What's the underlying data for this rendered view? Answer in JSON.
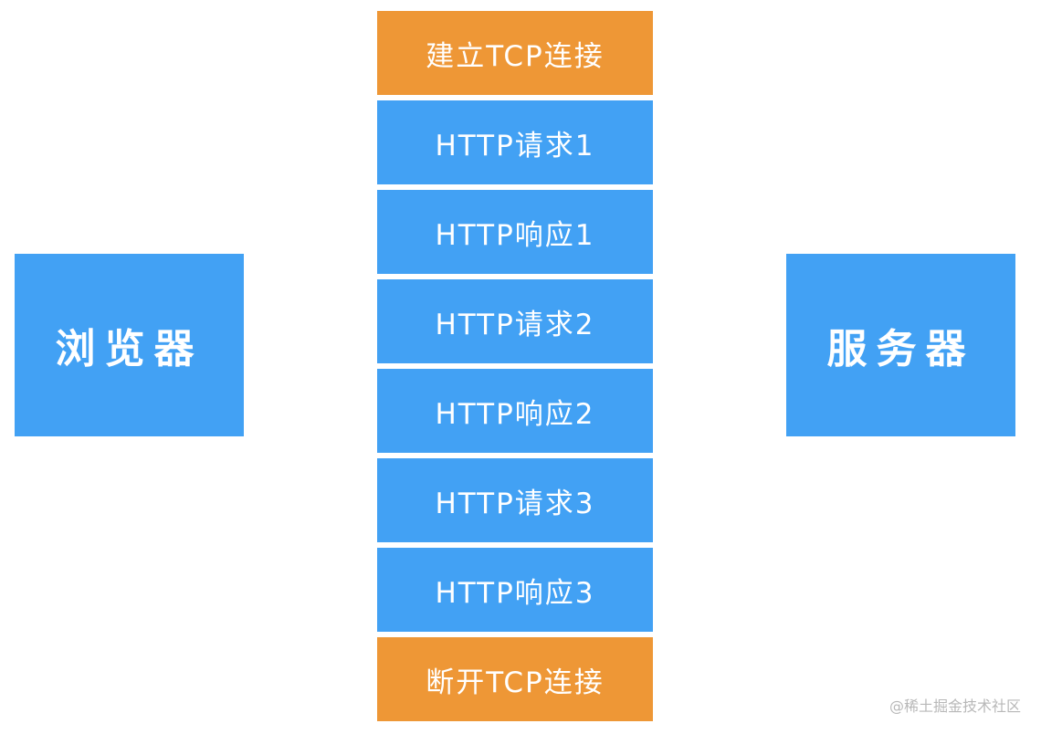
{
  "colors": {
    "blue": "#42a1f4",
    "orange": "#ee9736",
    "text": "#ffffff",
    "watermark": "#b8b8b8"
  },
  "browser": {
    "label": "浏览器"
  },
  "server": {
    "label": "服务器"
  },
  "steps": [
    {
      "label": "建立TCP连接",
      "color": "orange"
    },
    {
      "label": "HTTP请求1",
      "color": "blue"
    },
    {
      "label": "HTTP响应1",
      "color": "blue"
    },
    {
      "label": "HTTP请求2",
      "color": "blue"
    },
    {
      "label": "HTTP响应2",
      "color": "blue"
    },
    {
      "label": "HTTP请求3",
      "color": "blue"
    },
    {
      "label": "HTTP响应3",
      "color": "blue"
    },
    {
      "label": "断开TCP连接",
      "color": "orange"
    }
  ],
  "watermark": "@稀土掘金技术社区"
}
